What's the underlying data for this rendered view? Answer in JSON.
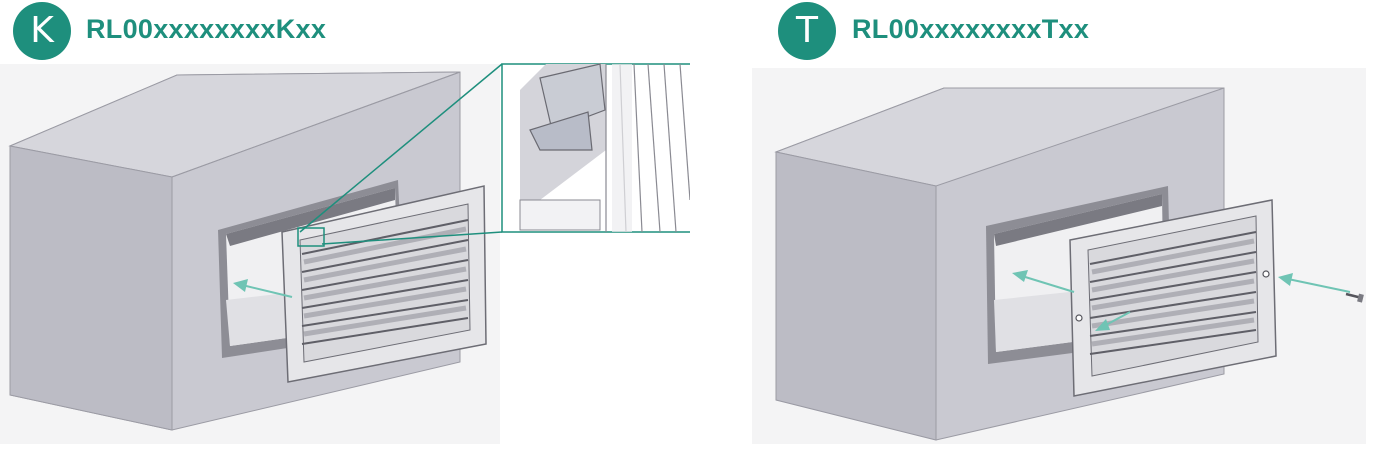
{
  "colors": {
    "accent": "#1e8f7d",
    "arrow": "#6fc4b4",
    "box_front": "#cdcdd5",
    "box_side": "#bdbdc6",
    "box_top": "#dcdce2",
    "grille": "#e4e4e7",
    "background_tint": "#f3f3f4"
  },
  "panels": [
    {
      "badge_letter": "K",
      "model_code": "RL00xxxxxxxxKxx",
      "icon": "clip-fixing-detail"
    },
    {
      "badge_letter": "T",
      "model_code": "RL00xxxxxxxxTxx",
      "icon": "screw-fixing"
    }
  ]
}
